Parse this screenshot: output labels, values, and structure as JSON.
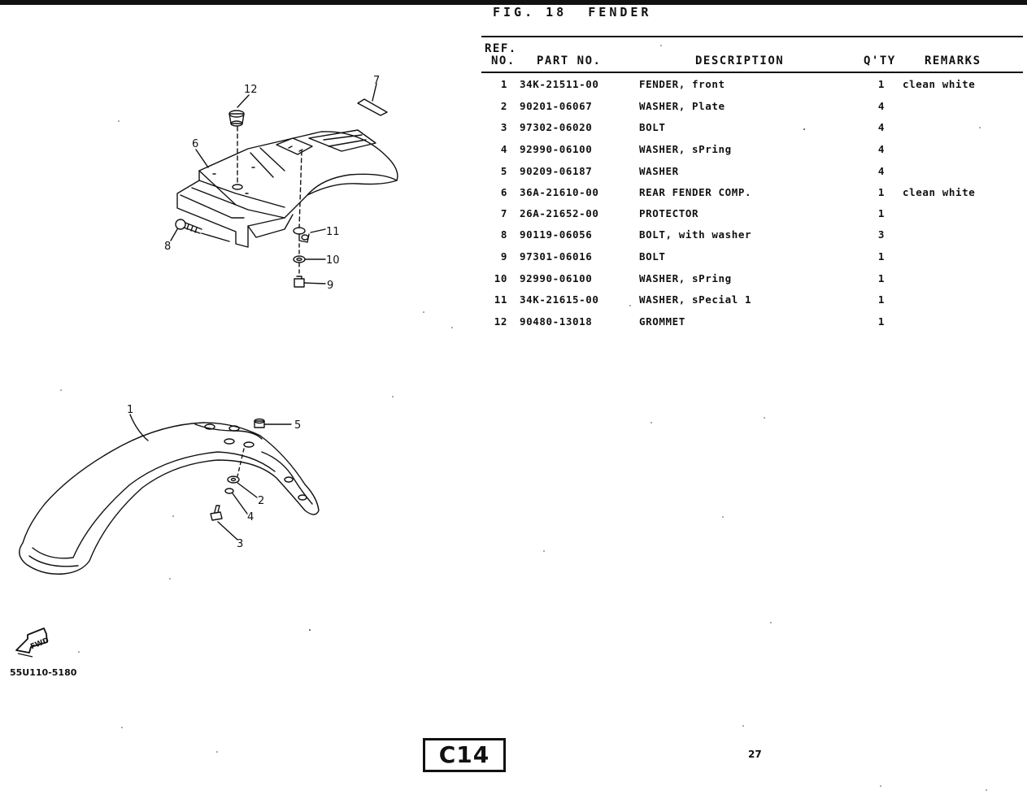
{
  "figure": {
    "label": "FIG. 18",
    "title": "FENDER"
  },
  "table": {
    "headers": {
      "ref_line1": "REF.",
      "ref_line2": "NO.",
      "part_no": "PART NO.",
      "description": "DESCRIPTION",
      "qty": "Q'TY",
      "remarks": "REMARKS"
    },
    "rows": [
      {
        "ref": "1",
        "part_no": "34K-21511-00",
        "description": "FENDER, front",
        "qty": "1",
        "remarks": "clean white"
      },
      {
        "ref": "2",
        "part_no": "90201-06067",
        "description": "WASHER, Plate",
        "qty": "4",
        "remarks": ""
      },
      {
        "ref": "3",
        "part_no": "97302-06020",
        "description": "BOLT",
        "qty": "4",
        "remarks": ""
      },
      {
        "ref": "4",
        "part_no": "92990-06100",
        "description": "WASHER, sPring",
        "qty": "4",
        "remarks": ""
      },
      {
        "ref": "5",
        "part_no": "90209-06187",
        "description": "WASHER",
        "qty": "4",
        "remarks": ""
      },
      {
        "ref": "6",
        "part_no": "36A-21610-00",
        "description": "REAR FENDER COMP.",
        "qty": "1",
        "remarks": "clean white"
      },
      {
        "ref": "7",
        "part_no": "26A-21652-00",
        "description": "PROTECTOR",
        "qty": "1",
        "remarks": ""
      },
      {
        "ref": "8",
        "part_no": "90119-06056",
        "description": "BOLT, with washer",
        "qty": "3",
        "remarks": ""
      },
      {
        "ref": "9",
        "part_no": "97301-06016",
        "description": "BOLT",
        "qty": "1",
        "remarks": ""
      },
      {
        "ref": "10",
        "part_no": "92990-06100",
        "description": "WASHER, sPring",
        "qty": "1",
        "remarks": ""
      },
      {
        "ref": "11",
        "part_no": "34K-21615-00",
        "description": "WASHER, sPecial 1",
        "qty": "1",
        "remarks": ""
      },
      {
        "ref": "12",
        "part_no": "90480-13018",
        "description": "GROMMET",
        "qty": "1",
        "remarks": ""
      }
    ]
  },
  "callouts": {
    "c1": "1",
    "c2": "2",
    "c3": "3",
    "c4": "4",
    "c5": "5",
    "c6": "6",
    "c7": "7",
    "c8": "8",
    "c9": "9",
    "c10": "10",
    "c11": "11",
    "c12": "12"
  },
  "fwd_label": "FWD",
  "diagram_code": "55U110-5180",
  "section_code": "C14",
  "page_number": "27",
  "icons": {
    "forward-arrow": "fwd-arrow-icon"
  }
}
